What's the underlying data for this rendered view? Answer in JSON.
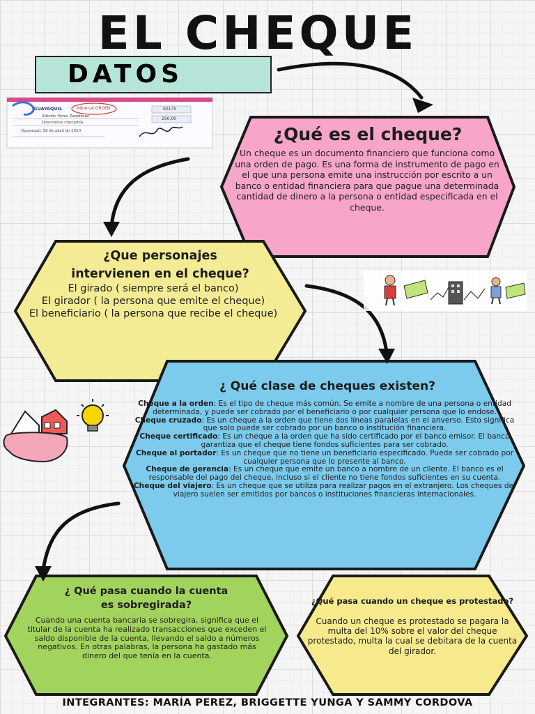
{
  "title": "EL CHEQUE",
  "datos_label": "DATOS",
  "cheque_image": {
    "bank": "GUAYAQUIL",
    "stamp": "NO A LA ORDEN",
    "payee": "Alberto Perez Zambrano",
    "amount_words": "Doscientos cincuenta",
    "place_date": "Guayaquil, 28 de abril de 2020",
    "cheque_no": "00175",
    "amount": "250,00"
  },
  "section1": {
    "title": "¿Qué es el cheque?",
    "body": "Un cheque es un documento financiero que funciona como una orden de pago. Es una forma de instrumento de pago en el que una persona emite una instrucción por escrito a un banco o entidad financiera para que pague una determinada cantidad de dinero a la persona o entidad especificada en el cheque."
  },
  "section2": {
    "title_line1": "¿Que personajes",
    "title_line2": "intervienen en el cheque?",
    "items": [
      "El girado ( siempre será el banco)",
      "El girador ( la persona que emite el cheque)",
      "El beneficiario ( la persona que recibe el cheque)"
    ]
  },
  "section3": {
    "title": "¿ Qué clase de cheques existen?",
    "types": [
      {
        "name": "Cheque a la orden",
        "desc": ": Es el tipo de cheque más común. Se emite a nombre de una persona o entidad determinada, y puede ser cobrado por el beneficiario o por cualquier persona que lo endose."
      },
      {
        "name": "Cheque cruzado",
        "desc": ": Es un cheque a la orden que tiene dos líneas paralelas en el anverso. Esto significa que solo puede ser cobrado por un banco o institución financiera."
      },
      {
        "name": "Cheque certificado",
        "desc": ": Es un cheque a la orden que ha sido certificado por el banco emisor. El banco garantiza que el cheque tiene fondos suficientes para ser cobrado."
      },
      {
        "name": "Cheque al portador",
        "desc": ": Es un cheque que no tiene un beneficiario especificado. Puede ser cobrado por cualquier persona que lo presente al banco."
      },
      {
        "name": "Cheque de gerencia",
        "desc": ": Es un cheque que emite un banco a nombre de un cliente. El banco es el responsable del pago del cheque, incluso si el cliente no tiene fondos suficientes en su cuenta."
      },
      {
        "name": "Cheque del viajero",
        "desc": ": Es un cheque que se utiliza para realizar pagos en el extranjero. Los cheques del viajero suelen ser emitidos por bancos o instituciones financieras internacionales."
      }
    ]
  },
  "section4": {
    "title_line1": "¿ Qué pasa cuando la cuenta",
    "title_line2": "es sobregirada?",
    "body": "Cuando una cuenta bancaria se sobregira, significa que el titular de la cuenta ha realizado transacciones que exceden el saldo disponible de la cuenta, llevando el saldo a números negativos. En otras palabras, la persona ha gastado más dinero del que tenía en la cuenta."
  },
  "section5": {
    "title": "¿Qué pasa cuando un cheque es protestado?",
    "body": "Cuando un cheque es protestado se pagara la multa del 10% sobre el valor del cheque protestado, multa la cual se debitara de la cuenta del girador."
  },
  "footer": "INTEGRANTES: MARÍA PEREZ, BRIGGETTE YUNGA Y SAMMY CORDOVA",
  "colors": {
    "pink": "#f7a6c9",
    "yellow": "#f4ec94",
    "blue": "#7ccaec",
    "green": "#a2d35c",
    "yellow2": "#f6ea8c",
    "mint": "#b7e4d9"
  },
  "icons": [
    "arrow-icon",
    "people-exchange-icon",
    "lightbulb-icon",
    "bank-house-icon",
    "signature-icon"
  ]
}
